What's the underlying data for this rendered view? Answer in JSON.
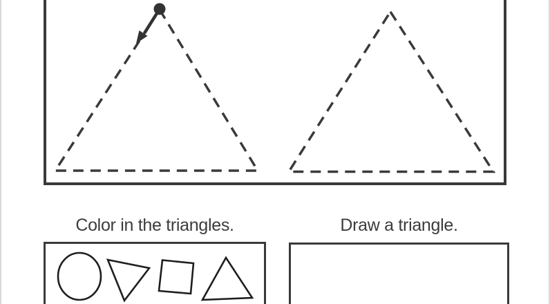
{
  "worksheet": {
    "background_color": "#ffffff",
    "ink_color": "#3a3a3a",
    "shape_stroke_color": "#1e1e1e",
    "text_color": "#3c3c3c"
  },
  "trace_section": {
    "triangles": [
      {
        "style": "dashed",
        "has_start_dot": true,
        "has_direction_arrow": true
      },
      {
        "style": "dashed",
        "has_start_dot": false,
        "has_direction_arrow": false
      }
    ]
  },
  "color_section": {
    "label": "Color in the triangles.",
    "shapes": [
      "circle",
      "triangle-down",
      "square",
      "triangle-up"
    ]
  },
  "draw_section": {
    "label": "Draw a triangle."
  }
}
